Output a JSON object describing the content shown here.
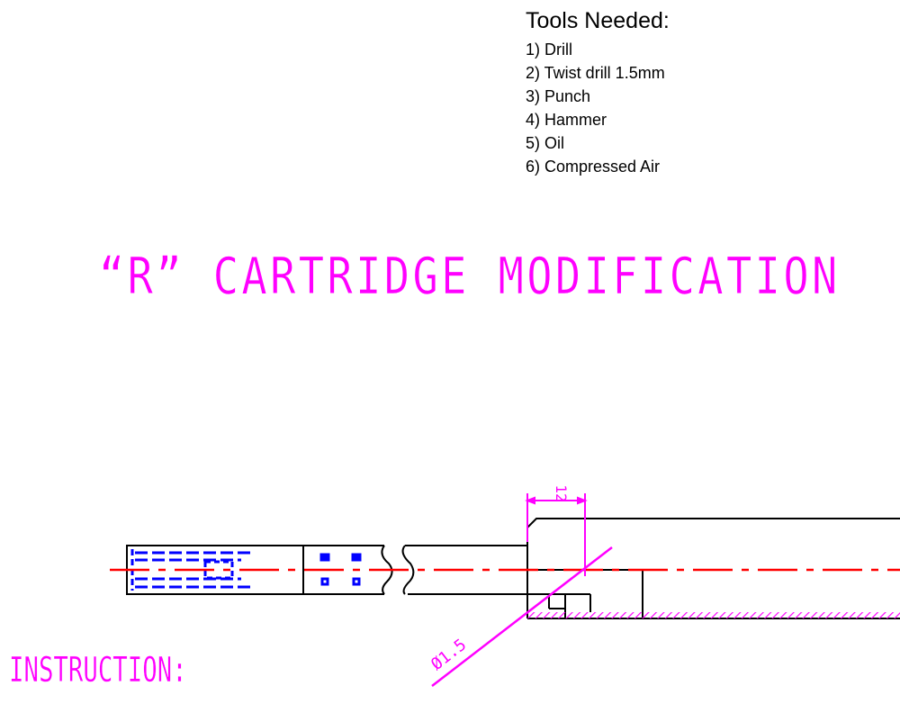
{
  "tools": {
    "heading": "Tools Needed:",
    "items": [
      "1) Drill",
      "2) Twist drill 1.5mm",
      "3) Punch",
      "4) Hammer",
      "5) Oil",
      "6) Compressed Air"
    ]
  },
  "drawing": {
    "title": "“R” CARTRIDGE MODIFICATION",
    "dimension_top": "12",
    "dimension_diameter": "Ø1.5",
    "instruction_label": "INSTRUCTION:"
  },
  "colors": {
    "outline": "#000000",
    "centerline": "#ff0000",
    "annotation": "#ff00ff",
    "hidden": "#0000ff"
  }
}
